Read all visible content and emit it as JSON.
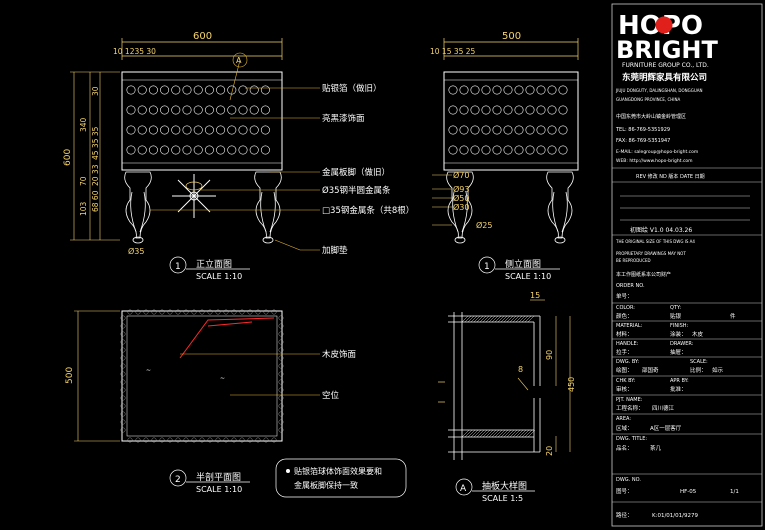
{
  "colors": {
    "background": "#000000",
    "linework": "#ffffff",
    "dimension": "#f5d46a",
    "leader": "#e8b830",
    "section_hatch": "#ff2a2a",
    "logo_dot": "#e0201a"
  },
  "front_view": {
    "width_dim": "600",
    "top_dims": "10 1235 30",
    "height_dim": "600",
    "left_dims": [
      "30",
      "340",
      "45 35 35",
      "20 33",
      "70",
      "68 60",
      "103"
    ],
    "foot_dim": "Ø35",
    "callouts": [
      "贴银箔（做旧）",
      "亮黑漆饰面",
      "金属板脚（做旧）",
      "Ø35钢半圆金属条",
      "□35钢金属条（共8根）",
      "加脚垫"
    ],
    "label_number": "1",
    "title": "正立面图",
    "scale": "SCALE 1:10"
  },
  "side_view": {
    "width_dim": "500",
    "top_dims": "10 15 35 25",
    "diameters": [
      "Ø70",
      "Ø93",
      "Ø50",
      "Ø30",
      "Ø25"
    ],
    "label_number": "1",
    "title": "侧立面图",
    "scale": "SCALE 1:10"
  },
  "plan_view": {
    "height_dim": "500",
    "callouts": [
      "木皮饰面",
      "空位"
    ],
    "label_number": "2",
    "title": "半剖平面图",
    "scale": "SCALE 1:10"
  },
  "note": {
    "line1": "贴银箔球体饰面效果要和",
    "line2": "金属板脚保持一致"
  },
  "section_detail": {
    "dims_top": "15",
    "dims_side": [
      "90",
      "8",
      "450",
      "20"
    ],
    "label_letter": "A",
    "title": "抽板大样图",
    "scale": "SCALE 1:5"
  },
  "title_block": {
    "logo_top": "HOPO",
    "logo_bottom": "BRIGHT",
    "logo_sub": "FURNITURE GROUP CO., LTD.",
    "company_cn": "东莞明辉家具有限公司",
    "addr1": "JIUJU DONGUTY, DALINGSHAN, DONGGUAN",
    "addr2": "GUANGDONG PROVINCE, CHINA",
    "addr3": "中国东莞市大岭山镇金岭管理区",
    "tel": "TEL: 86-769-5351929",
    "fax": "FAX: 86-769-5351947",
    "email": "E-MAIL: salegroup@hopo-bright.com",
    "web": "WEB: http://www.hopo-bright.com",
    "rev_header": "REV 修改  ND 版本  DATE 日期",
    "revision_row": "初图绘  V1.0  04.03.26",
    "copyright1": "THE ORIGINAL SIZE OF THIS DWG IS A4",
    "copyright2": "PROPRIETARY DRAWINGS MAY NOT",
    "copyright3": "BE REPRODUCED",
    "copyright4": "本工作图纸系本公司财产",
    "order_no_label": "ORDER NO.",
    "order_no_cn": "单号：",
    "color_en": "COLOR:",
    "qty_en": "QTY:",
    "color_cn": "颜色：",
    "color_val": "贴银",
    "qty_val": "件",
    "material_en": "MATERIAL:",
    "finish_en": "FINISH:",
    "material_cn": "材料：",
    "finish_cn": "涂装：",
    "finish_val": "木皮",
    "handle_en": "HANDLE:",
    "drawer_en": "DRAWER:",
    "handle_cn": "拉手：",
    "drawer_cn": "抽屉：",
    "dwg_by_en": "DWG. BY:",
    "scale_en": "SCALE:",
    "dwg_by_cn": "绘图：",
    "dwg_by_val": "邵国奇",
    "scale_cn": "比例：",
    "scale_val": "如示",
    "chk_en": "CHK BY:",
    "apr_en": "APR BY:",
    "chk_cn": "审核：",
    "apr_cn": "批准：",
    "prj_en": "PJT. NAME:",
    "prj_cn": "工程名称：",
    "prj_val": "四川德江",
    "area_en": "AREA:",
    "area_cn": "区域：",
    "area_val": "A区一层客厅",
    "dwg_title_en": "DWG. TITLE:",
    "dwg_title_cn": "品名：",
    "dwg_title_val": "茶几",
    "dwg_no_en": "DWG. NO.",
    "dwg_no_cn": "图号：",
    "dwg_no_val": "HF-05",
    "sheet": "1/1",
    "path_cn": "路径：",
    "path_val": "K:01/01/01/9279"
  }
}
